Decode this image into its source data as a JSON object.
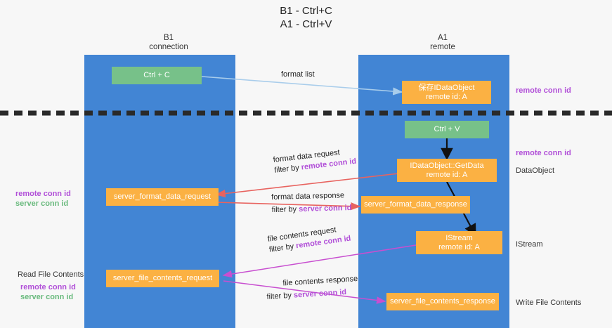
{
  "title": {
    "line1": "B1 - Ctrl+C",
    "line2": "A1 - Ctrl+V"
  },
  "columns": [
    {
      "name": "B1",
      "role": "connection"
    },
    {
      "name": "A1",
      "role": "remote"
    }
  ],
  "nodes": {
    "ctrl_c": "Ctrl + C",
    "save_idataobject_line1": "保存IDataObject",
    "save_idataobject_line2": "remote id: A",
    "ctrl_v": "Ctrl + V",
    "getdata_line1": "IDataObject::GetData",
    "getdata_line2": "remote id: A",
    "server_format_data_request": "server_format_data_request",
    "server_format_data_response": "server_format_data_response",
    "istream_line1": "IStream",
    "istream_line2": "remote id: A",
    "server_file_contents_request": "server_file_contents_request",
    "server_file_contents_response": "server_file_contents_response"
  },
  "edges": {
    "format_list": "format list",
    "format_data_request": {
      "line1": "format data request",
      "line2_prefix": "filter by ",
      "line2_key": "remote conn id"
    },
    "format_data_response": {
      "line1": "format data response",
      "line2_prefix": "filter by ",
      "line2_key": "server conn id"
    },
    "file_contents_request": {
      "line1": "file contents request",
      "line2_prefix": "filter by ",
      "line2_key": "remote conn id"
    },
    "file_contents_response": {
      "line1": "file contents response",
      "line2_prefix": "filter by ",
      "line2_key": "server conn id"
    }
  },
  "annotations": {
    "right_top_remote_conn_id": "remote conn id",
    "right_mid_remote_conn_id": "remote conn id",
    "right_dataobject": "DataObject",
    "right_istream": "IStream",
    "right_write_file_contents": "Write File Contents",
    "left_mid_remote_conn_id": "remote conn id",
    "left_mid_server_conn_id": "server conn id",
    "left_read_file_contents": "Read File Contents",
    "left_low_remote_conn_id": "remote conn id",
    "left_low_server_conn_id": "server conn id"
  },
  "colors": {
    "lane": "#4285d4",
    "green_node": "#77c189",
    "orange_node": "#fbb143",
    "purple_text": "#b14fd8",
    "green_text": "#6aba7e",
    "red_arrow": "#e8635f",
    "blue_arrow": "#a9cdeb",
    "magenta_arrow": "#c84fd0",
    "black_arrow": "#111111",
    "divider": "#2a2a2a"
  }
}
